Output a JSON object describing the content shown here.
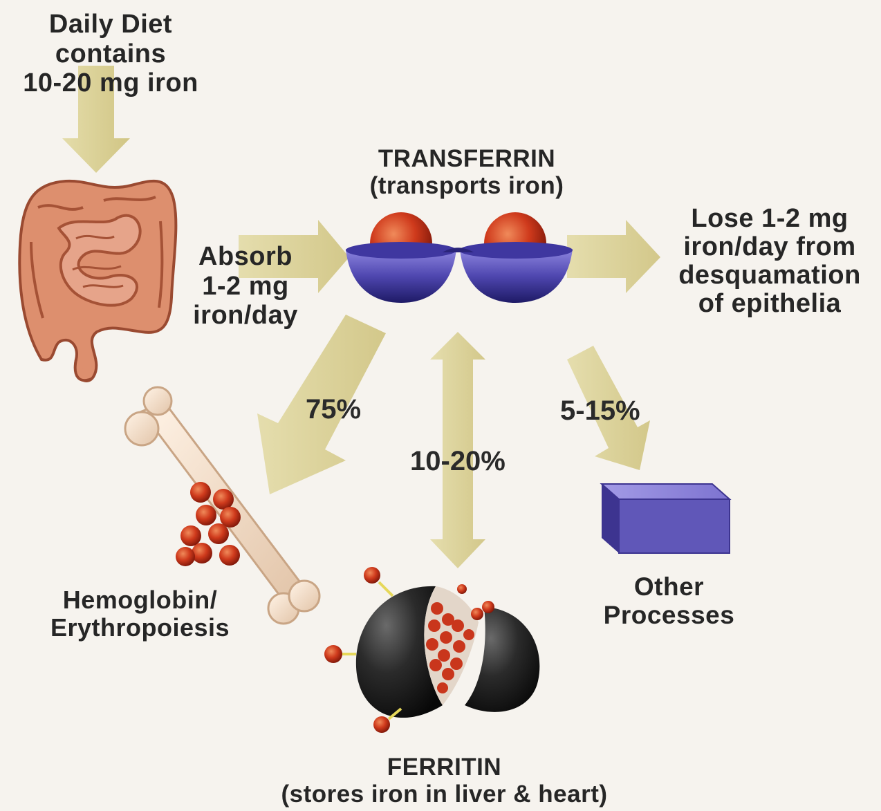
{
  "diet": {
    "lines": [
      "Daily Diet",
      "contains",
      "10-20 mg iron"
    ]
  },
  "absorb": {
    "lines": [
      "Absorb",
      "1-2 mg",
      "iron/day"
    ]
  },
  "transferrin": {
    "title": "TRANSFERRIN",
    "subtitle": "(transports iron)"
  },
  "loss": {
    "lines": [
      "Lose 1-2 mg",
      "iron/day from",
      "desquamation",
      "of epithelia"
    ]
  },
  "percentages": {
    "hemoglobin": "75%",
    "ferritin": "10-20%",
    "other": "5-15%"
  },
  "hemoglobin": {
    "lines": [
      "Hemoglobin/",
      "Erythropoiesis"
    ]
  },
  "other_processes": {
    "lines": [
      "Other",
      "Processes"
    ]
  },
  "ferritin": {
    "title": "FERRITIN",
    "subtitle": "(stores iron in liver & heart)"
  },
  "colors": {
    "arrow": "#d9cf96",
    "intestine": "#d88a6a",
    "iron_sphere": "#c9361c",
    "transferrin_bowl": "#5b52b4",
    "box": "#5a4ea6",
    "ferritin_shell": "#262626"
  }
}
